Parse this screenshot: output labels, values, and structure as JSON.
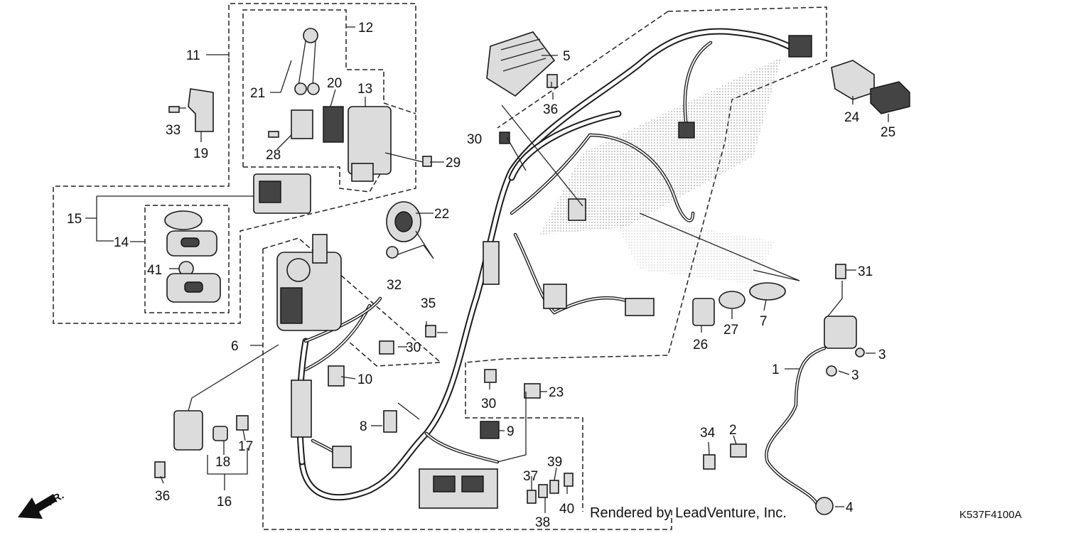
{
  "footer": {
    "credit": "Rendered by LeadVenture, Inc.",
    "diagram_code": "K537F4100A"
  },
  "front_marker": "FR.",
  "callouts": {
    "c1": "1",
    "c2": "2",
    "c3a": "3",
    "c3b": "3",
    "c4": "4",
    "c5": "5",
    "c6": "6",
    "c7": "7",
    "c8": "8",
    "c9": "9",
    "c10": "10",
    "c11": "11",
    "c12": "12",
    "c13": "13",
    "c14": "14",
    "c15": "15",
    "c16": "16",
    "c17": "17",
    "c18": "18",
    "c19": "19",
    "c20": "20",
    "c21": "21",
    "c22": "22",
    "c23": "23",
    "c24": "24",
    "c25": "25",
    "c26": "26",
    "c27": "27",
    "c28": "28",
    "c29": "29",
    "c30a": "30",
    "c30b": "30",
    "c30c": "30",
    "c31": "31",
    "c32": "32",
    "c33": "33",
    "c34": "34",
    "c35": "35",
    "c36a": "36",
    "c36b": "36",
    "c37": "37",
    "c38": "38",
    "c39": "39",
    "c40": "40",
    "c41": "41"
  }
}
